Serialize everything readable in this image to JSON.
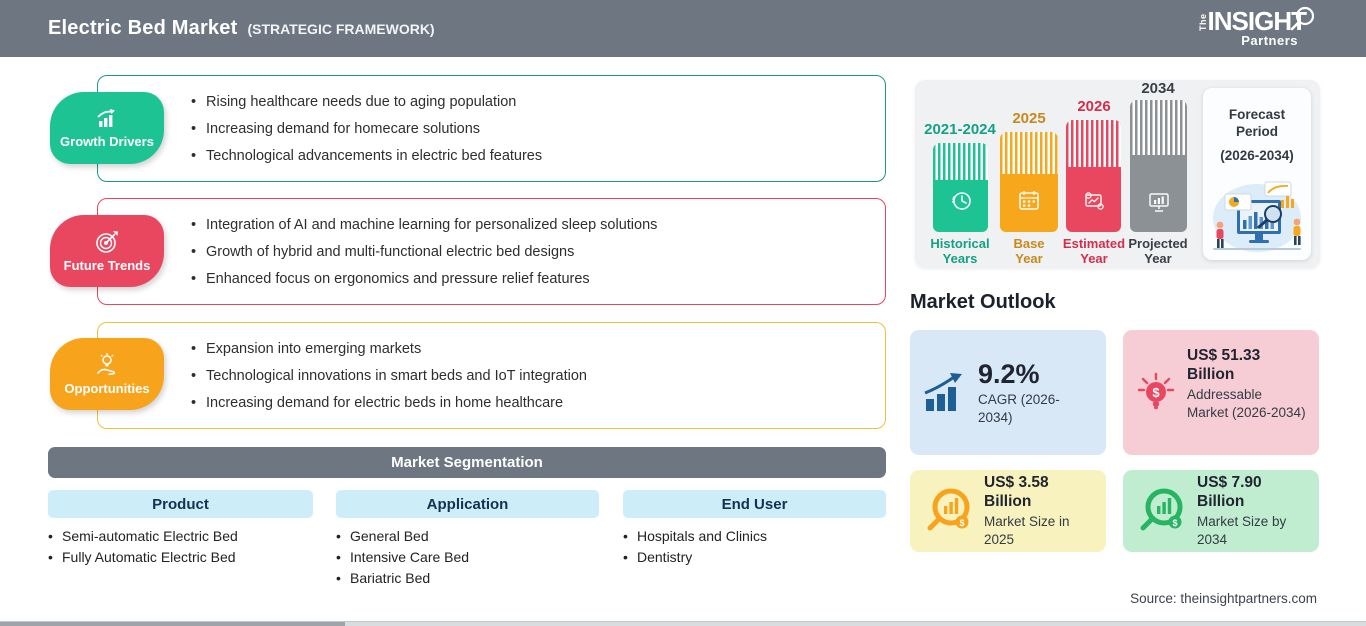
{
  "header": {
    "title": "Electric Bed Market",
    "subtitle": "(STRATEGIC FRAMEWORK)",
    "logo": {
      "the": "The",
      "insight": "INSIGHT",
      "partners": "Partners"
    }
  },
  "sections": [
    {
      "label": "Growth Drivers",
      "badge_color": "#1ec394",
      "border_color": "#169d82",
      "icon": "growth-bar-chart-icon",
      "bullets": [
        "Rising healthcare needs due to aging population",
        "Increasing demand for homecare solutions",
        "Technological advancements in electric bed features"
      ]
    },
    {
      "label": "Future Trends",
      "badge_color": "#e8475f",
      "border_color": "#e5475d",
      "icon": "target-dart-icon",
      "bullets": [
        "Integration of AI and machine learning for personalized sleep solutions",
        "Growth of hybrid and multi-functional electric bed designs",
        "Enhanced focus on ergonomics and pressure relief features"
      ]
    },
    {
      "label": "Opportunities",
      "badge_color": "#f7a41c",
      "border_color": "#e9c33c",
      "icon": "bulb-hand-icon",
      "bullets": [
        "Expansion into emerging markets",
        "Technological innovations in smart beds and IoT integration",
        "Increasing demand for electric beds in home healthcare"
      ]
    }
  ],
  "segmentation": {
    "title": "Market Segmentation",
    "columns": [
      {
        "header": "Product",
        "items": [
          "Semi-automatic Electric Bed",
          "Fully Automatic Electric Bed"
        ]
      },
      {
        "header": "Application",
        "items": [
          "General Bed",
          "Intensive Care Bed",
          "Bariatric Bed"
        ]
      },
      {
        "header": "End User",
        "items": [
          "Hospitals and Clinics",
          "Dentistry"
        ]
      }
    ]
  },
  "timeline": {
    "bars": [
      {
        "year": "2021-2024",
        "caption_line1": "Historical",
        "caption_line2": "Years",
        "color": "#1ec394",
        "icon": "history-clock-icon"
      },
      {
        "year": "2025",
        "caption_line1": "Base",
        "caption_line2": "Year",
        "color": "#f6a71b",
        "icon": "calendar-icon"
      },
      {
        "year": "2026",
        "caption_line1": "Estimated",
        "caption_line2": "Year",
        "color": "#e8475f",
        "icon": "gear-chart-icon"
      },
      {
        "year": "2034",
        "caption_line1": "Projected",
        "caption_line2": "Year",
        "color": "#8c9196",
        "icon": "presentation-chart-icon"
      }
    ],
    "forecast": {
      "line1": "Forecast",
      "line2": "Period",
      "line3": "(2026-2034)",
      "illustration": "analysts-monitor-magnifier-illustration"
    }
  },
  "outlook": {
    "title": "Market Outlook",
    "cards": [
      {
        "value": "9.2%",
        "label": "CAGR (2026-2034)",
        "bg": "#d8e8f6",
        "icon": "growth-arrow-chart-icon",
        "icon_color": "#1d5e94"
      },
      {
        "value": "US$ 51.33 Billion",
        "label": "Addressable Market (2026-2034)",
        "bg": "#f7cdd5",
        "icon": "dollar-bulb-icon",
        "icon_color": "#e8475f"
      },
      {
        "value": "US$ 3.58 Billion",
        "label": "Market Size in 2025",
        "bg": "#f8f2be",
        "icon": "magnifier-chart-icon",
        "icon_color": "#f7a41c"
      },
      {
        "value": "US$ 7.90 Billion",
        "label": "Market Size by 2034",
        "bg": "#c0edd0",
        "icon": "magnifier-chart-icon",
        "icon_color": "#27b561"
      }
    ]
  },
  "source": {
    "text": "Source: theinsightpartners.com"
  }
}
